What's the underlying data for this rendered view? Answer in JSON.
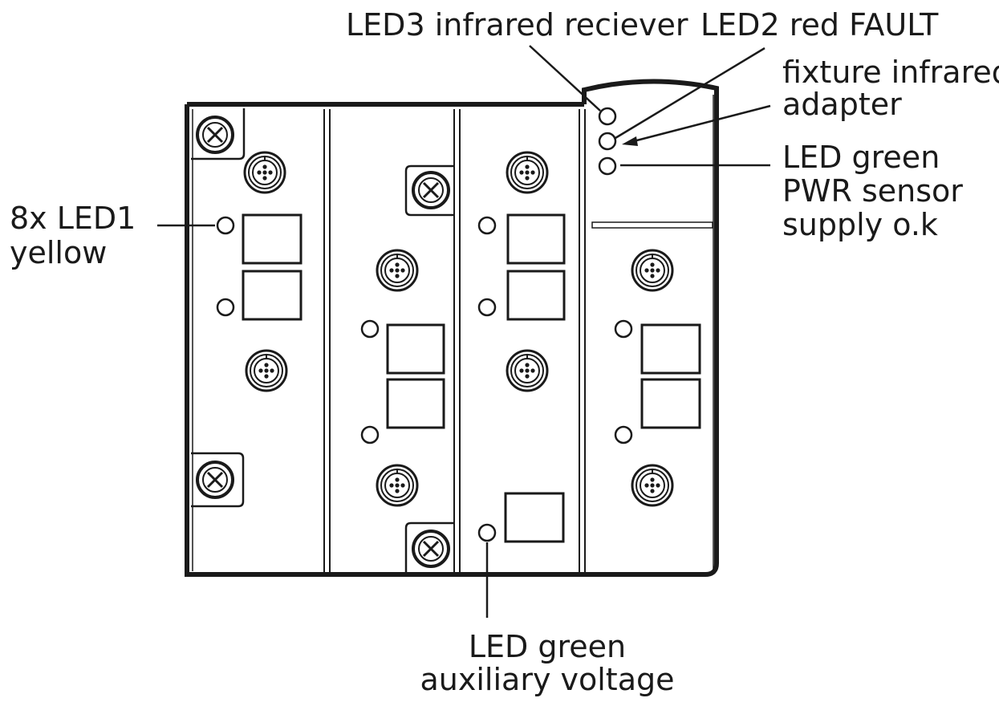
{
  "labels": {
    "led3": "LED3 infrared reciever",
    "led2": "LED2 red FAULT",
    "fixture_line1": "fixture infrared",
    "fixture_line2": "adapter",
    "pwr_line1": "LED green",
    "pwr_line2": "PWR sensor",
    "pwr_line3": "supply o.k",
    "led1_line1": "8x LED1",
    "led1_line2": "yellow",
    "aux_line1": "LED green",
    "aux_line2": "auxiliary voltage"
  },
  "icons": [
    "screw-icon",
    "m12-connector-icon",
    "led-indicator-icon",
    "label-window-icon"
  ],
  "colors": {
    "line": "#1a1a1a",
    "panel": "#ffffff"
  }
}
